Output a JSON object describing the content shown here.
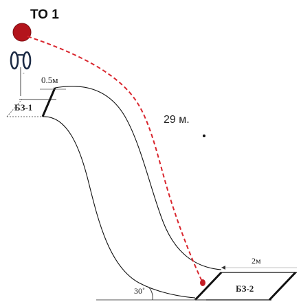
{
  "diagram": {
    "observation_point_label": "ТО 1",
    "start_zone_label": "БЗ-1",
    "end_zone_label": "БЗ-2",
    "start_width_label": "0.5м",
    "end_width_label": "2м",
    "distance_label": "29 м.",
    "angle_label": "30˚",
    "colors": {
      "observation_point": "#b3141c",
      "trajectory": "#d9262e",
      "landing_marker": "#c41e26",
      "lines": "#111111"
    }
  }
}
